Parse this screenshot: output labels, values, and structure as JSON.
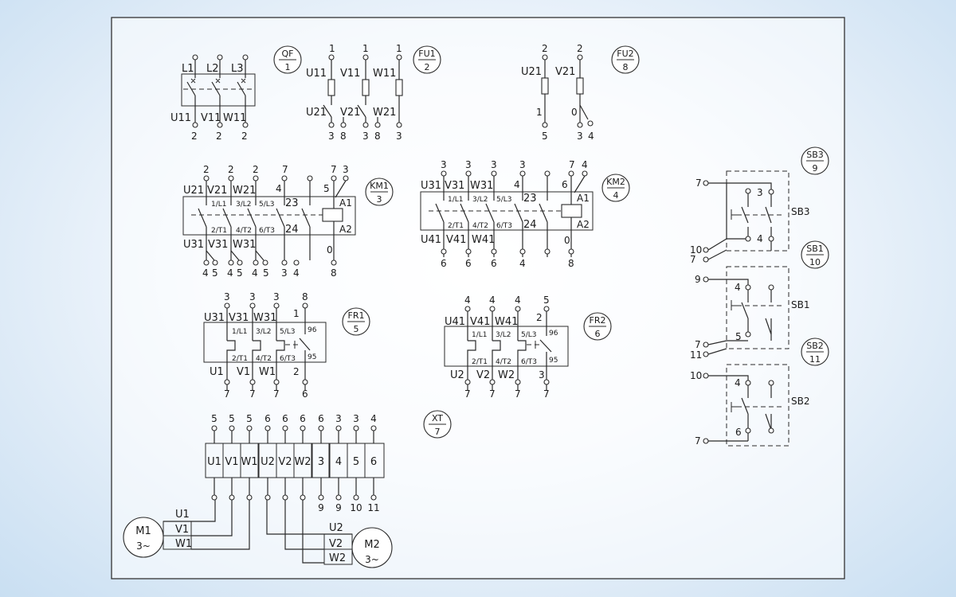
{
  "colors": {
    "background": "#d6e7f6",
    "line": "#2a2a2a"
  },
  "qf": {
    "tag": {
      "name": "QF",
      "num": "1"
    },
    "top": [
      "L1",
      "L2",
      "L3"
    ],
    "bottom": [
      "U11",
      "V11",
      "W11"
    ],
    "nums": [
      "2",
      "2",
      "2"
    ]
  },
  "fu1": {
    "tag": {
      "name": "FU1",
      "num": "2"
    },
    "topnums": [
      "1",
      "1",
      "1"
    ],
    "in": [
      "U11",
      "V11",
      "W11"
    ],
    "out": [
      "U21",
      "V21",
      "W21"
    ],
    "botnums": [
      "3",
      "8",
      "3",
      "8",
      "3"
    ]
  },
  "fu2": {
    "tag": {
      "name": "FU2",
      "num": "8"
    },
    "topnums": [
      "2",
      "2"
    ],
    "in": [
      "U21",
      "V21"
    ],
    "left_num": "1",
    "right_num": "0",
    "botnums": [
      "5",
      "3",
      "4"
    ]
  },
  "km1": {
    "tag": {
      "name": "KM1",
      "num": "3"
    },
    "topnums": [
      "2",
      "2",
      "2",
      "7",
      "7",
      "3"
    ],
    "in": [
      "U21",
      "V21",
      "W21"
    ],
    "aux_top": "4",
    "aux_top2": "5",
    "aux_mid": "23",
    "aux_bot": "24",
    "contacts": [
      "1/L1",
      "3/L2",
      "5/L3"
    ],
    "contacts_b": [
      "2/T1",
      "4/T2",
      "6/T3"
    ],
    "coil": [
      "A1",
      "A2"
    ],
    "out": [
      "U31",
      "V31",
      "W31"
    ],
    "coil_num": "0",
    "botnums": [
      "4",
      "5",
      "4",
      "5",
      "4",
      "5",
      "3",
      "4",
      "8"
    ]
  },
  "km2": {
    "tag": {
      "name": "KM2",
      "num": "4"
    },
    "topnums": [
      "3",
      "3",
      "3",
      "3",
      "7",
      "4"
    ],
    "in": [
      "U31",
      "V31",
      "W31"
    ],
    "aux_top": "4",
    "aux_top2": "6",
    "aux_mid": "23",
    "aux_bot": "24",
    "contacts": [
      "1/L1",
      "3/L2",
      "5/L3"
    ],
    "contacts_b": [
      "2/T1",
      "4/T2",
      "6/T3"
    ],
    "coil": [
      "A1",
      "A2"
    ],
    "out": [
      "U41",
      "V41",
      "W41"
    ],
    "coil_num": "0",
    "botnums": [
      "6",
      "6",
      "6",
      "4",
      "8"
    ]
  },
  "fr1": {
    "tag": {
      "name": "FR1",
      "num": "5"
    },
    "topnums": [
      "3",
      "3",
      "3",
      "8"
    ],
    "in": [
      "U31",
      "V31",
      "W31"
    ],
    "aux_top": "1",
    "aux_bot": "2",
    "contacts": [
      "1/L1",
      "3/L2",
      "5/L3"
    ],
    "contacts_b": [
      "2/T1",
      "4/T2",
      "6/T3"
    ],
    "nc": [
      "96",
      "95"
    ],
    "out": [
      "U1",
      "V1",
      "W1"
    ],
    "botnums": [
      "7",
      "7",
      "7",
      "6"
    ]
  },
  "fr2": {
    "tag": {
      "name": "FR2",
      "num": "6"
    },
    "topnums": [
      "4",
      "4",
      "4",
      "5"
    ],
    "in": [
      "U41",
      "V41",
      "W41"
    ],
    "aux_top": "2",
    "aux_bot": "3",
    "contacts": [
      "1/L1",
      "3/L2",
      "5/L3"
    ],
    "contacts_b": [
      "2/T1",
      "4/T2",
      "6/T3"
    ],
    "nc": [
      "96",
      "95"
    ],
    "out": [
      "U2",
      "V2",
      "W2"
    ],
    "botnums": [
      "7",
      "7",
      "7",
      "7"
    ]
  },
  "xt": {
    "tag": {
      "name": "XT",
      "num": "7"
    },
    "topnums": [
      "5",
      "5",
      "5",
      "6",
      "6",
      "6",
      "6",
      "3",
      "3",
      "4"
    ],
    "cells": [
      "U1",
      "V1",
      "W1",
      "U2",
      "V2",
      "W2",
      "3",
      "4",
      "5",
      "6"
    ],
    "botnums": [
      "9",
      "9",
      "10",
      "11"
    ]
  },
  "m1": {
    "name": "M1",
    "phase": "3~",
    "terms": [
      "U1",
      "V1",
      "W1"
    ]
  },
  "m2": {
    "name": "M2",
    "phase": "3~",
    "terms": [
      "U2",
      "V2",
      "W2"
    ]
  },
  "sb3": {
    "tag": {
      "name": "SB3",
      "num": "9"
    },
    "label": "SB3",
    "left_top": "7",
    "left_bot": [
      "10",
      "7"
    ],
    "n_top": "3",
    "n_bot": "4"
  },
  "sb1": {
    "tag": {
      "name": "SB1",
      "num": "10"
    },
    "label": "SB1",
    "left_top": "9",
    "left_bot": [
      "7",
      "11"
    ],
    "n_top": "4",
    "n_bot": "5"
  },
  "sb2": {
    "tag": {
      "name": "SB2",
      "num": "11"
    },
    "label": "SB2",
    "left_top": "10",
    "left_bot": [
      "7"
    ],
    "n_top": "4",
    "n_bot": "6"
  }
}
